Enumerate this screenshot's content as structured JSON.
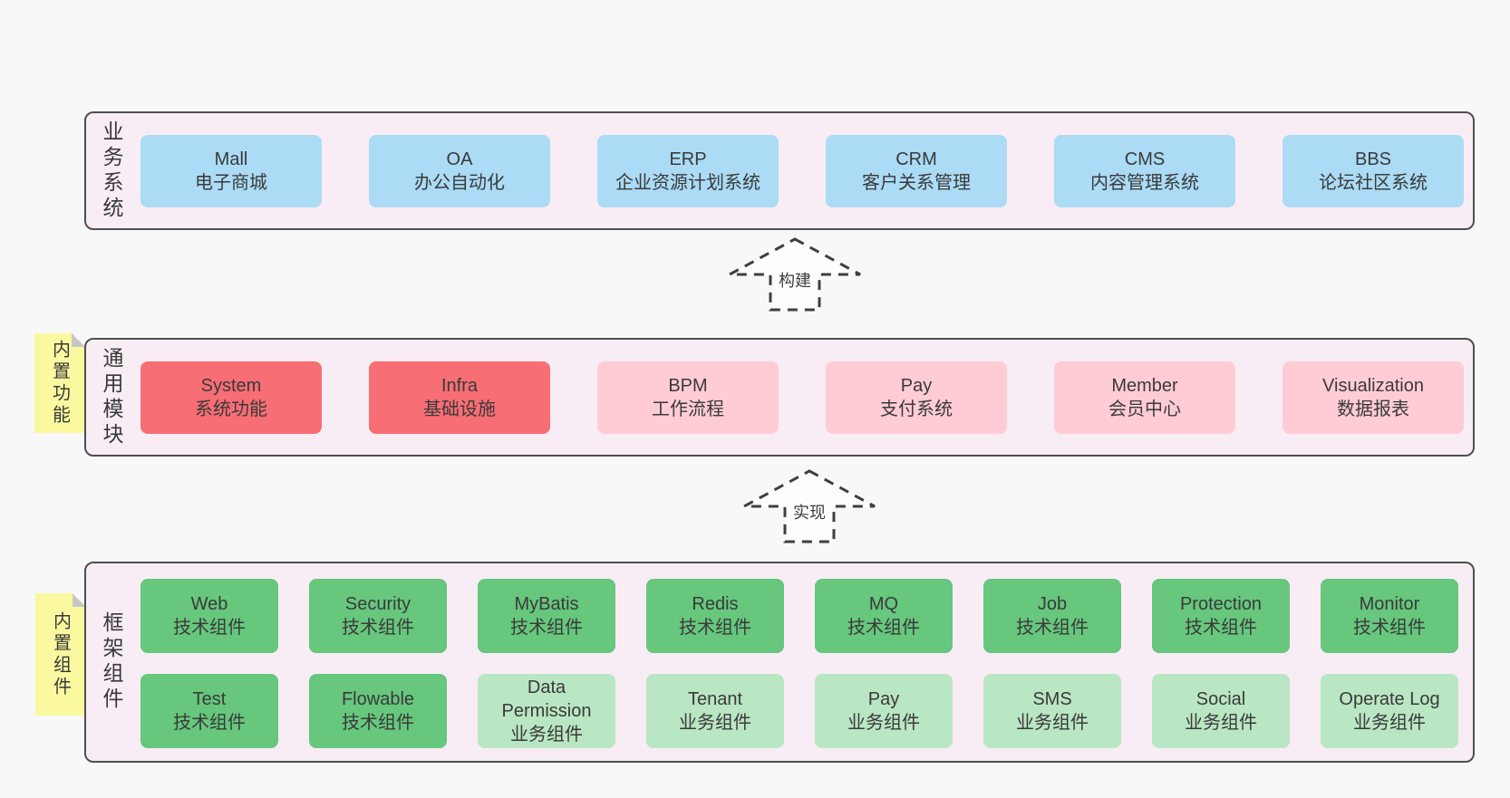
{
  "palette": {
    "page_background": "#f8f8f8",
    "panel_background": "#f8edf5",
    "panel_border": "#4f4f4f",
    "blue": "#abdbf5",
    "red": "#f76e74",
    "pink": "#ffccd5",
    "green": "#66c77d",
    "lightgreen": "#b9e6c3",
    "sticky": "#fbf9a0",
    "text": "#3a3a3a"
  },
  "sections": [
    {
      "id": "business-systems",
      "label": "业务系统",
      "boxes": [
        {
          "name": "Mall",
          "subtitle": "电子商城",
          "variant": "blue"
        },
        {
          "name": "OA",
          "subtitle": "办公自动化",
          "variant": "blue"
        },
        {
          "name": "ERP",
          "subtitle": "企业资源计划系统",
          "variant": "blue"
        },
        {
          "name": "CRM",
          "subtitle": "客户关系管理",
          "variant": "blue"
        },
        {
          "name": "CMS",
          "subtitle": "内容管理系统",
          "variant": "blue"
        },
        {
          "name": "BBS",
          "subtitle": "论坛社区系统",
          "variant": "blue"
        }
      ]
    },
    {
      "id": "common-modules",
      "label": "通用模块",
      "sticky": "内置功能",
      "boxes": [
        {
          "name": "System",
          "subtitle": "系统功能",
          "variant": "red"
        },
        {
          "name": "Infra",
          "subtitle": "基础设施",
          "variant": "red"
        },
        {
          "name": "BPM",
          "subtitle": "工作流程",
          "variant": "pink"
        },
        {
          "name": "Pay",
          "subtitle": "支付系统",
          "variant": "pink"
        },
        {
          "name": "Member",
          "subtitle": "会员中心",
          "variant": "pink"
        },
        {
          "name": "Visualization",
          "subtitle": "数据报表",
          "variant": "pink"
        }
      ]
    },
    {
      "id": "framework-components",
      "label": "框架组件",
      "sticky": "内置组件",
      "boxes": [
        {
          "name": "Web",
          "subtitle": "技术组件",
          "variant": "green"
        },
        {
          "name": "Security",
          "subtitle": "技术组件",
          "variant": "green"
        },
        {
          "name": "MyBatis",
          "subtitle": "技术组件",
          "variant": "green"
        },
        {
          "name": "Redis",
          "subtitle": "技术组件",
          "variant": "green"
        },
        {
          "name": "MQ",
          "subtitle": "技术组件",
          "variant": "green"
        },
        {
          "name": "Job",
          "subtitle": "技术组件",
          "variant": "green"
        },
        {
          "name": "Protection",
          "subtitle": "技术组件",
          "variant": "green"
        },
        {
          "name": "Monitor",
          "subtitle": "技术组件",
          "variant": "green"
        },
        {
          "name": "Test",
          "subtitle": "技术组件",
          "variant": "green"
        },
        {
          "name": "Flowable",
          "subtitle": "技术组件",
          "variant": "green"
        },
        {
          "name": "Data Permission",
          "subtitle": "业务组件",
          "variant": "lightgreen"
        },
        {
          "name": "Tenant",
          "subtitle": "业务组件",
          "variant": "lightgreen"
        },
        {
          "name": "Pay",
          "subtitle": "业务组件",
          "variant": "lightgreen"
        },
        {
          "name": "SMS",
          "subtitle": "业务组件",
          "variant": "lightgreen"
        },
        {
          "name": "Social",
          "subtitle": "业务组件",
          "variant": "lightgreen"
        },
        {
          "name": "Operate Log",
          "subtitle": "业务组件",
          "variant": "lightgreen"
        }
      ]
    }
  ],
  "arrows": [
    {
      "label": "构建"
    },
    {
      "label": "实现"
    }
  ]
}
